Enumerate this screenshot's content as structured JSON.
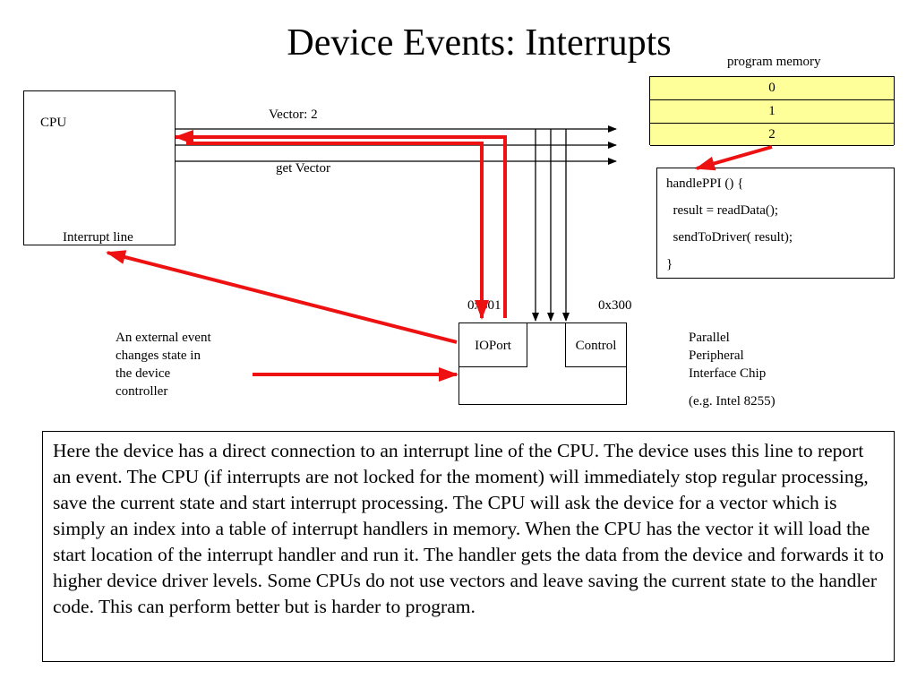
{
  "title": "Device Events: Interrupts",
  "cpu": {
    "label": "CPU",
    "interrupt_line_label": "Interrupt line"
  },
  "bus": {
    "vector_label": "Vector: 2",
    "get_vector_label": "get Vector"
  },
  "program_memory": {
    "label": "program memory",
    "cells": [
      "0",
      "1",
      "2"
    ]
  },
  "handler_code": {
    "lines": [
      "handlePPI () {",
      "  result = readData();",
      "  sendToDriver( result);",
      "}"
    ]
  },
  "ppi": {
    "port_address_left": "0x301",
    "port_address_right": "0x300",
    "ioport_label": "IOPort",
    "control_label": "Control",
    "chip_name": "Parallel\nPeripheral\nInterface Chip",
    "chip_example": "(e.g. Intel 8255)"
  },
  "external_event_text": "An external event\nchanges state in\nthe device\ncontroller",
  "explanation": "Here the device has a direct connection to an interrupt line of the CPU. The device uses this line to report an event. The CPU (if interrupts are not locked for the moment) will immediately stop regular processing, save the current state and start interrupt processing. The CPU will ask the device for a vector which is simply an index into a table of interrupt handlers in memory. When the CPU has the vector it will load the start location of the interrupt handler and run it. The handler gets the data from the device and forwards it to higher device driver levels. Some CPUs do not use vectors and leave saving the current state to the handler code. This can perform better but is harder to program.",
  "colors": {
    "signal_arrow": "#ee1111",
    "memory_cell": "#ffff99"
  }
}
